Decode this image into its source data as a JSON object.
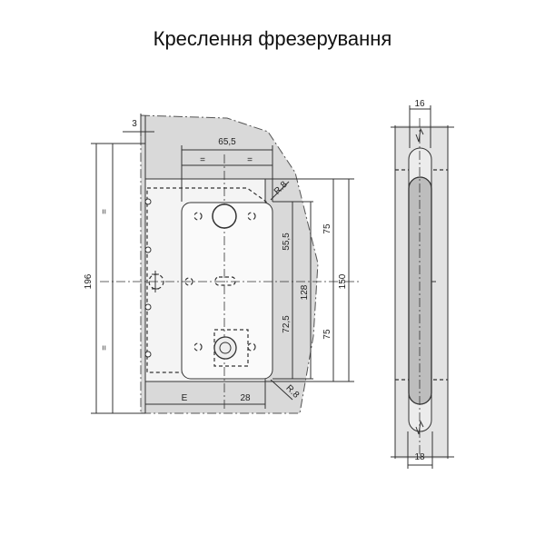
{
  "title": "Креслення фрезерування",
  "front_view": {
    "dim_3": "3",
    "dim_65_5": "65,5",
    "equal_mark": "=",
    "radius_top": "R.8",
    "radius_bottom": "R.8",
    "dim_75_top": "75",
    "dim_75_bottom": "75",
    "dim_150": "150",
    "dim_55_5": "55,5",
    "dim_128": "128",
    "dim_72_5": "72,5",
    "dim_196": "196",
    "dim_E": "E",
    "dim_28": "28"
  },
  "side_view": {
    "dim_16": "16",
    "dim_18": "18"
  },
  "colors": {
    "gray_fill": "#d9d9d9",
    "slot_fill": "#bdbdbd",
    "line": "#333333"
  }
}
